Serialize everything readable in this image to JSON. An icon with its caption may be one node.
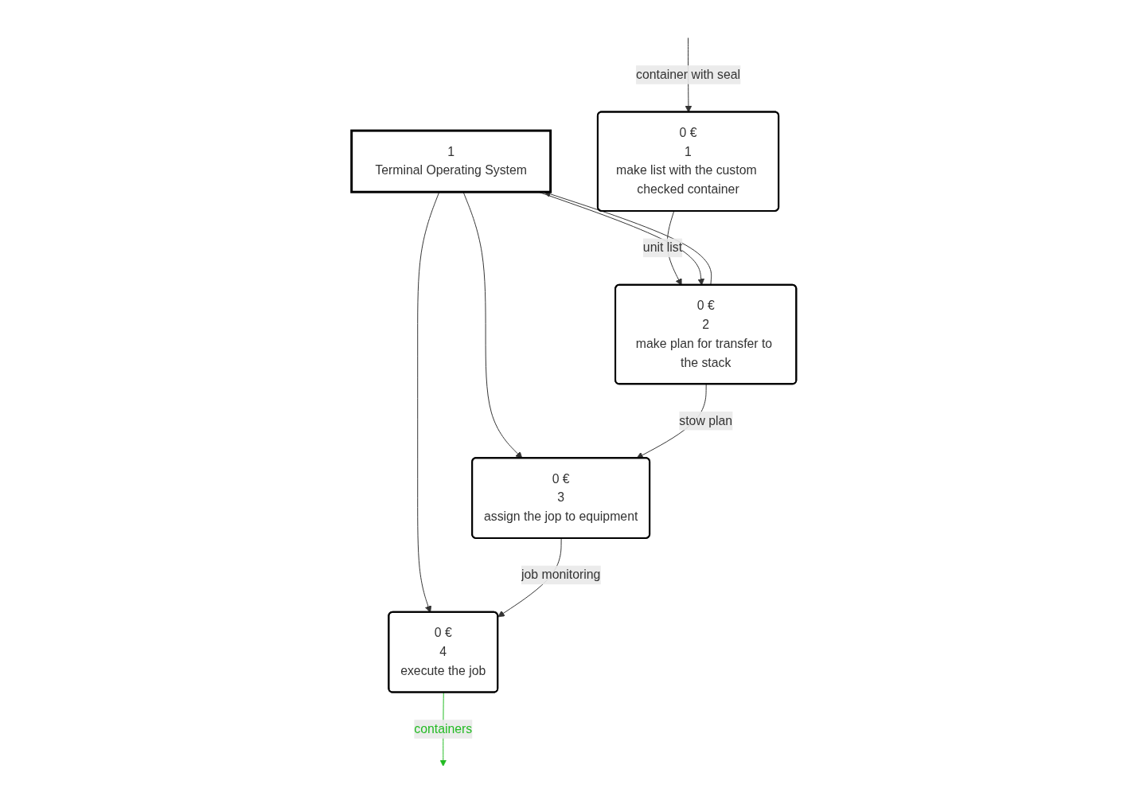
{
  "diagram": {
    "nodes": [
      {
        "text": [
          "1",
          "Terminal Operating System"
        ]
      },
      {
        "text": [
          "0 €",
          "1",
          "make list with the custom checked container"
        ]
      },
      {
        "text": [
          "0 €",
          "2",
          "make plan for transfer to the stack"
        ]
      },
      {
        "text": [
          "0 €",
          "3",
          "assign the jop to equipment"
        ]
      },
      {
        "text": [
          "0 €",
          "4",
          "execute the job"
        ]
      }
    ],
    "edges": [
      {
        "from": null,
        "to": 1,
        "arrow": "to",
        "label": "container with seal"
      },
      {
        "from": 1,
        "to": 2,
        "arrow": "to",
        "label": "unit list"
      },
      {
        "from": 2,
        "to": 0,
        "arrow": "to"
      },
      {
        "from": 0,
        "to": 2,
        "arrow": "to"
      },
      {
        "from": 0,
        "to": 3,
        "arrow": "to"
      },
      {
        "from": 0,
        "to": 4,
        "arrow": "to"
      },
      {
        "from": 2,
        "to": 3,
        "arrow": "to",
        "label": "stow plan"
      },
      {
        "from": 3,
        "to": 4,
        "arrow": "to",
        "label": "job monitoring"
      },
      {
        "from": 4,
        "to": null,
        "arrow": "to",
        "label": "containers",
        "color": "#22bb22"
      }
    ]
  }
}
